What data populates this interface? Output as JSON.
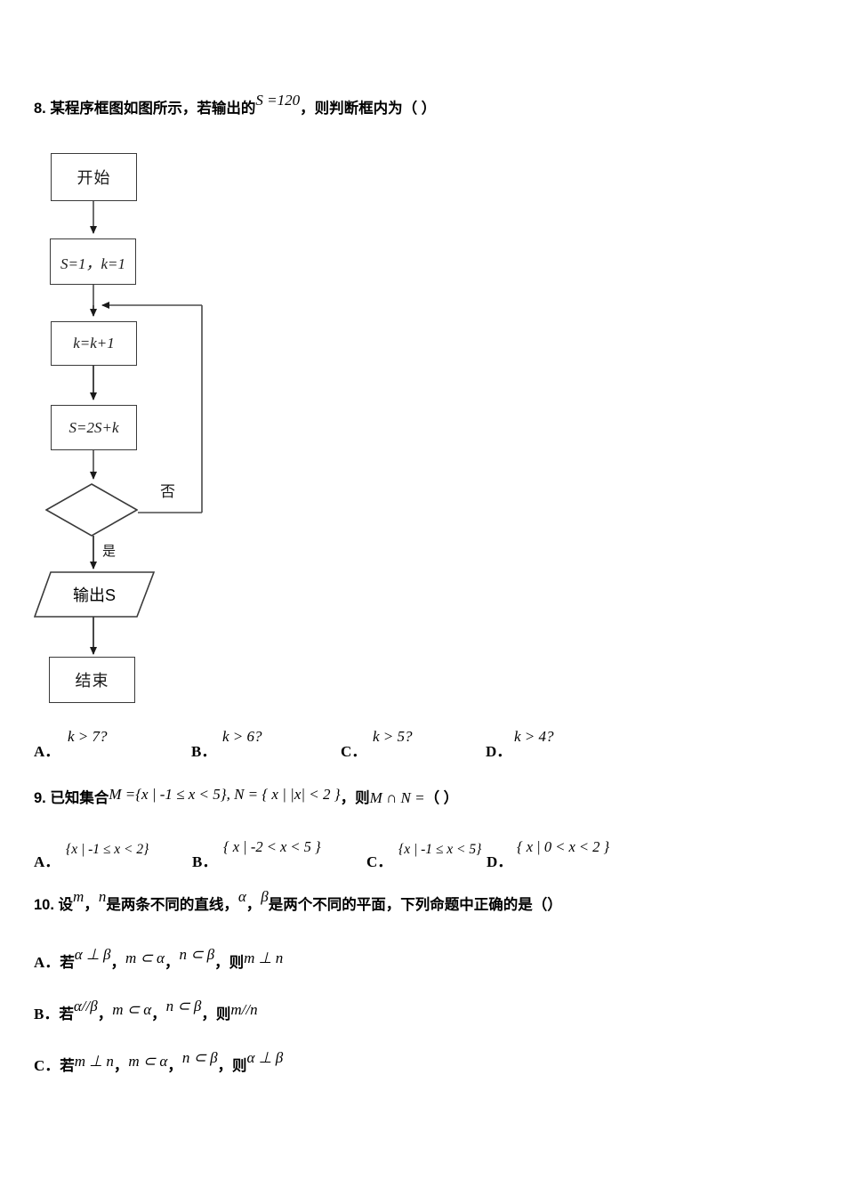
{
  "questions": [
    {
      "number": "8.",
      "stem_part1": "某程序框图如图所示，若输出的",
      "stem_formula": "S =120",
      "stem_part2": "，则判断框内为（  ）",
      "options": [
        {
          "letter": "A．",
          "text": "k > 7?"
        },
        {
          "letter": "B．",
          "text": "k > 6?"
        },
        {
          "letter": "C．",
          "text": "k > 5?"
        },
        {
          "letter": "D．",
          "text": "k > 4?"
        }
      ]
    },
    {
      "number": "9.",
      "stem_part1": "已知集合",
      "stem_formula": "M ={x | -1 ≤ x < 5}, N = { x | |x| < 2 }",
      "stem_part2": "，则",
      "stem_formula2": "M ∩ N =",
      "stem_part3": "（  ）",
      "options": [
        {
          "letter": "A．",
          "text": "{x | -1 ≤ x < 2}"
        },
        {
          "letter": "B．",
          "text": "{ x | -2 < x < 5 }"
        },
        {
          "letter": "C．",
          "text": "{x | -1 ≤ x < 5}"
        },
        {
          "letter": "D．",
          "text": "{ x | 0 < x < 2 }"
        }
      ]
    },
    {
      "number": "10.",
      "stem_a": "设",
      "stem_var1": "m",
      "stem_comma1": "，",
      "stem_var2": "n",
      "stem_b": "是两条不同的直线，",
      "stem_var3": "α",
      "stem_comma2": "，",
      "stem_var4": "β",
      "stem_c": "是两个不同的平面，下列命题中正确的是（）",
      "options": [
        {
          "letter": "A．",
          "ruo": "若",
          "cond1": "α ⊥ β",
          "sep1": "，",
          "cond2": "m ⊂ α",
          "sep2": "，",
          "cond3": "n ⊂ β",
          "sep3": "，",
          "ze": "则",
          "concl": "m ⊥ n"
        },
        {
          "letter": "B．",
          "ruo": "若",
          "cond1": "α//β",
          "sep1": "，",
          "cond2": "m ⊂ α",
          "sep2": "，",
          "cond3": "n ⊂ β",
          "sep3": "，",
          "ze": "则",
          "concl": "m//n"
        },
        {
          "letter": "C．",
          "ruo": "若",
          "cond1": "m ⊥ n",
          "sep1": "，",
          "cond2": "m ⊂ α",
          "sep2": "，",
          "cond3": "n ⊂ β",
          "sep3": "，",
          "ze": "则",
          "concl": "α ⊥ β"
        }
      ]
    }
  ],
  "flowchart": {
    "nodes": {
      "start": "开始",
      "init": "S=1，k=1",
      "increment": "k=k+1",
      "accumulate": "S=2S+k",
      "decision": "",
      "output": "输出S",
      "end": "结束"
    },
    "edge_labels": {
      "no": "否",
      "yes": "是"
    },
    "colors": {
      "stroke": "#3a3a3a",
      "arrow": "#1a1a1a",
      "background": "#ffffff"
    }
  }
}
